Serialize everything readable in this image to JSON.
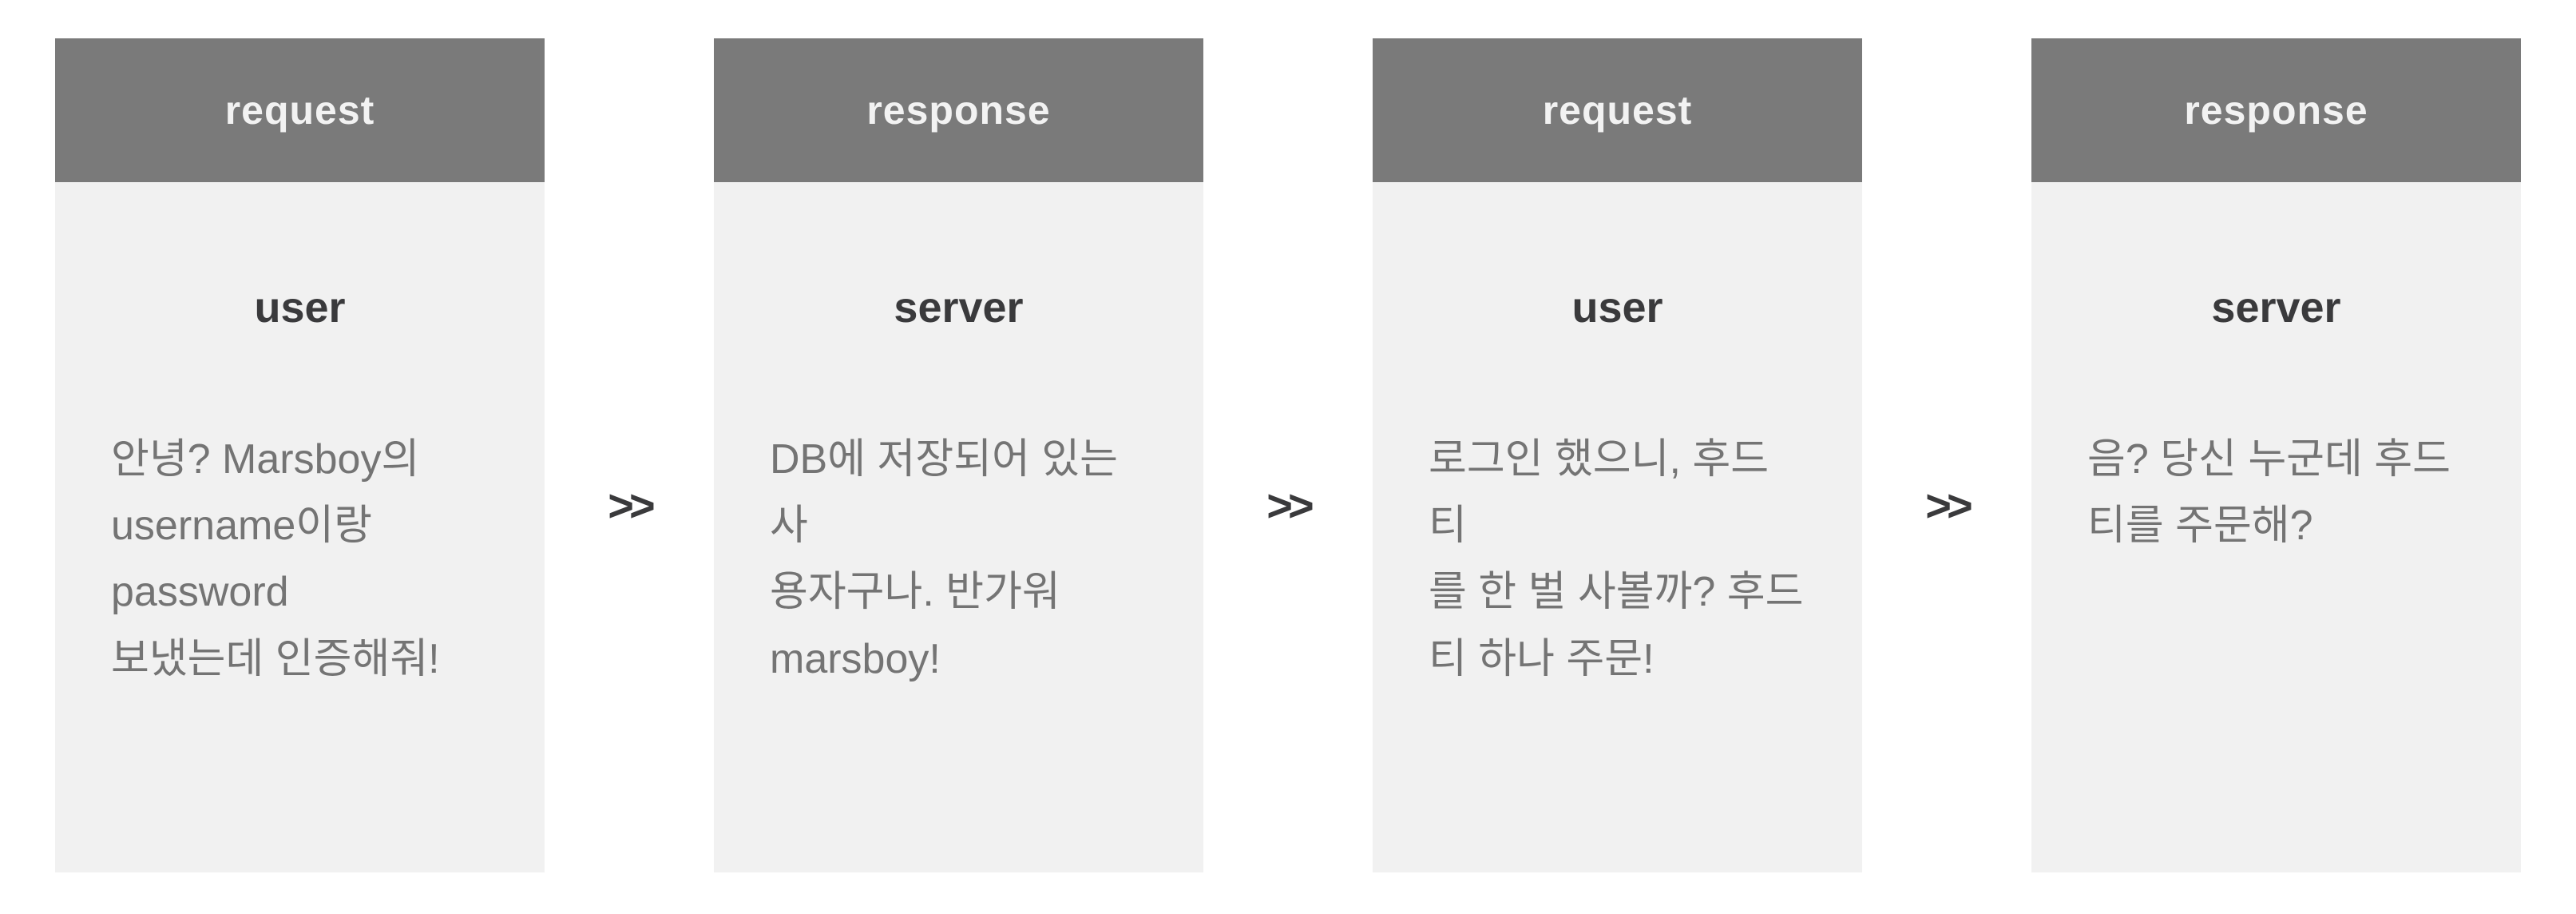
{
  "page": {
    "background": "#ffffff",
    "type": "request-response-flow-diagram"
  },
  "colors": {
    "header_bg": "#7a7a7a",
    "header_text": "#f2f2f2",
    "body_bg": "#f1f1f1",
    "title_text": "#3a3a3c",
    "message_text": "#747474",
    "arrow": "#3a3a3c"
  },
  "arrow_glyph": ">>",
  "cards": [
    {
      "header": "request",
      "entity": "user",
      "message": "안녕? Marsboy의\nusername이랑 password\n보냈는데 인증해줘!"
    },
    {
      "header": "response",
      "entity": "server",
      "message": "DB에 저장되어 있는 사\n용자구나. 반가워\nmarsboy!"
    },
    {
      "header": "request",
      "entity": "user",
      "message": "로그인 했으니, 후드티\n를 한 벌 사볼까? 후드\n티 하나 주문!"
    },
    {
      "header": "response",
      "entity": "server",
      "message": "음? 당신 누군데 후드\n티를 주문해?"
    }
  ]
}
